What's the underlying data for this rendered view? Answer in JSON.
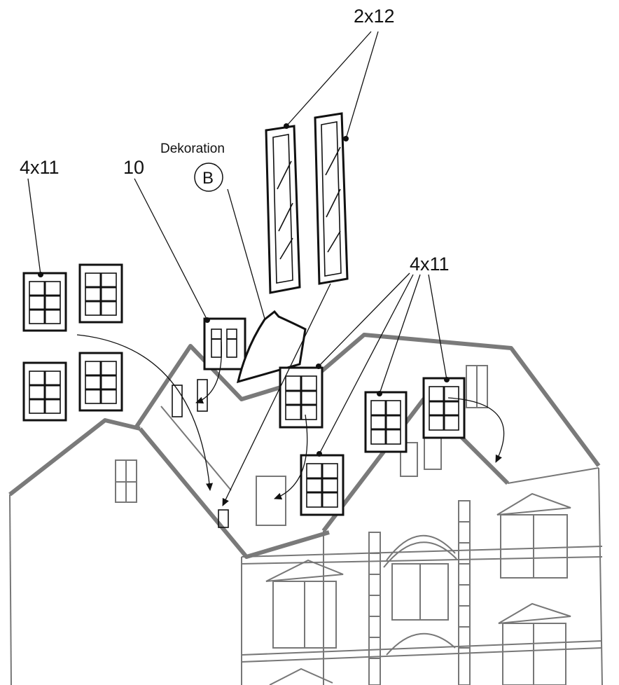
{
  "labels": {
    "label_2x12": "2x12",
    "label_4x11_left": "4x11",
    "label_10": "10",
    "label_dekoration": "Dekoration",
    "label_b": "B",
    "label_4x11_right": "4x11"
  }
}
